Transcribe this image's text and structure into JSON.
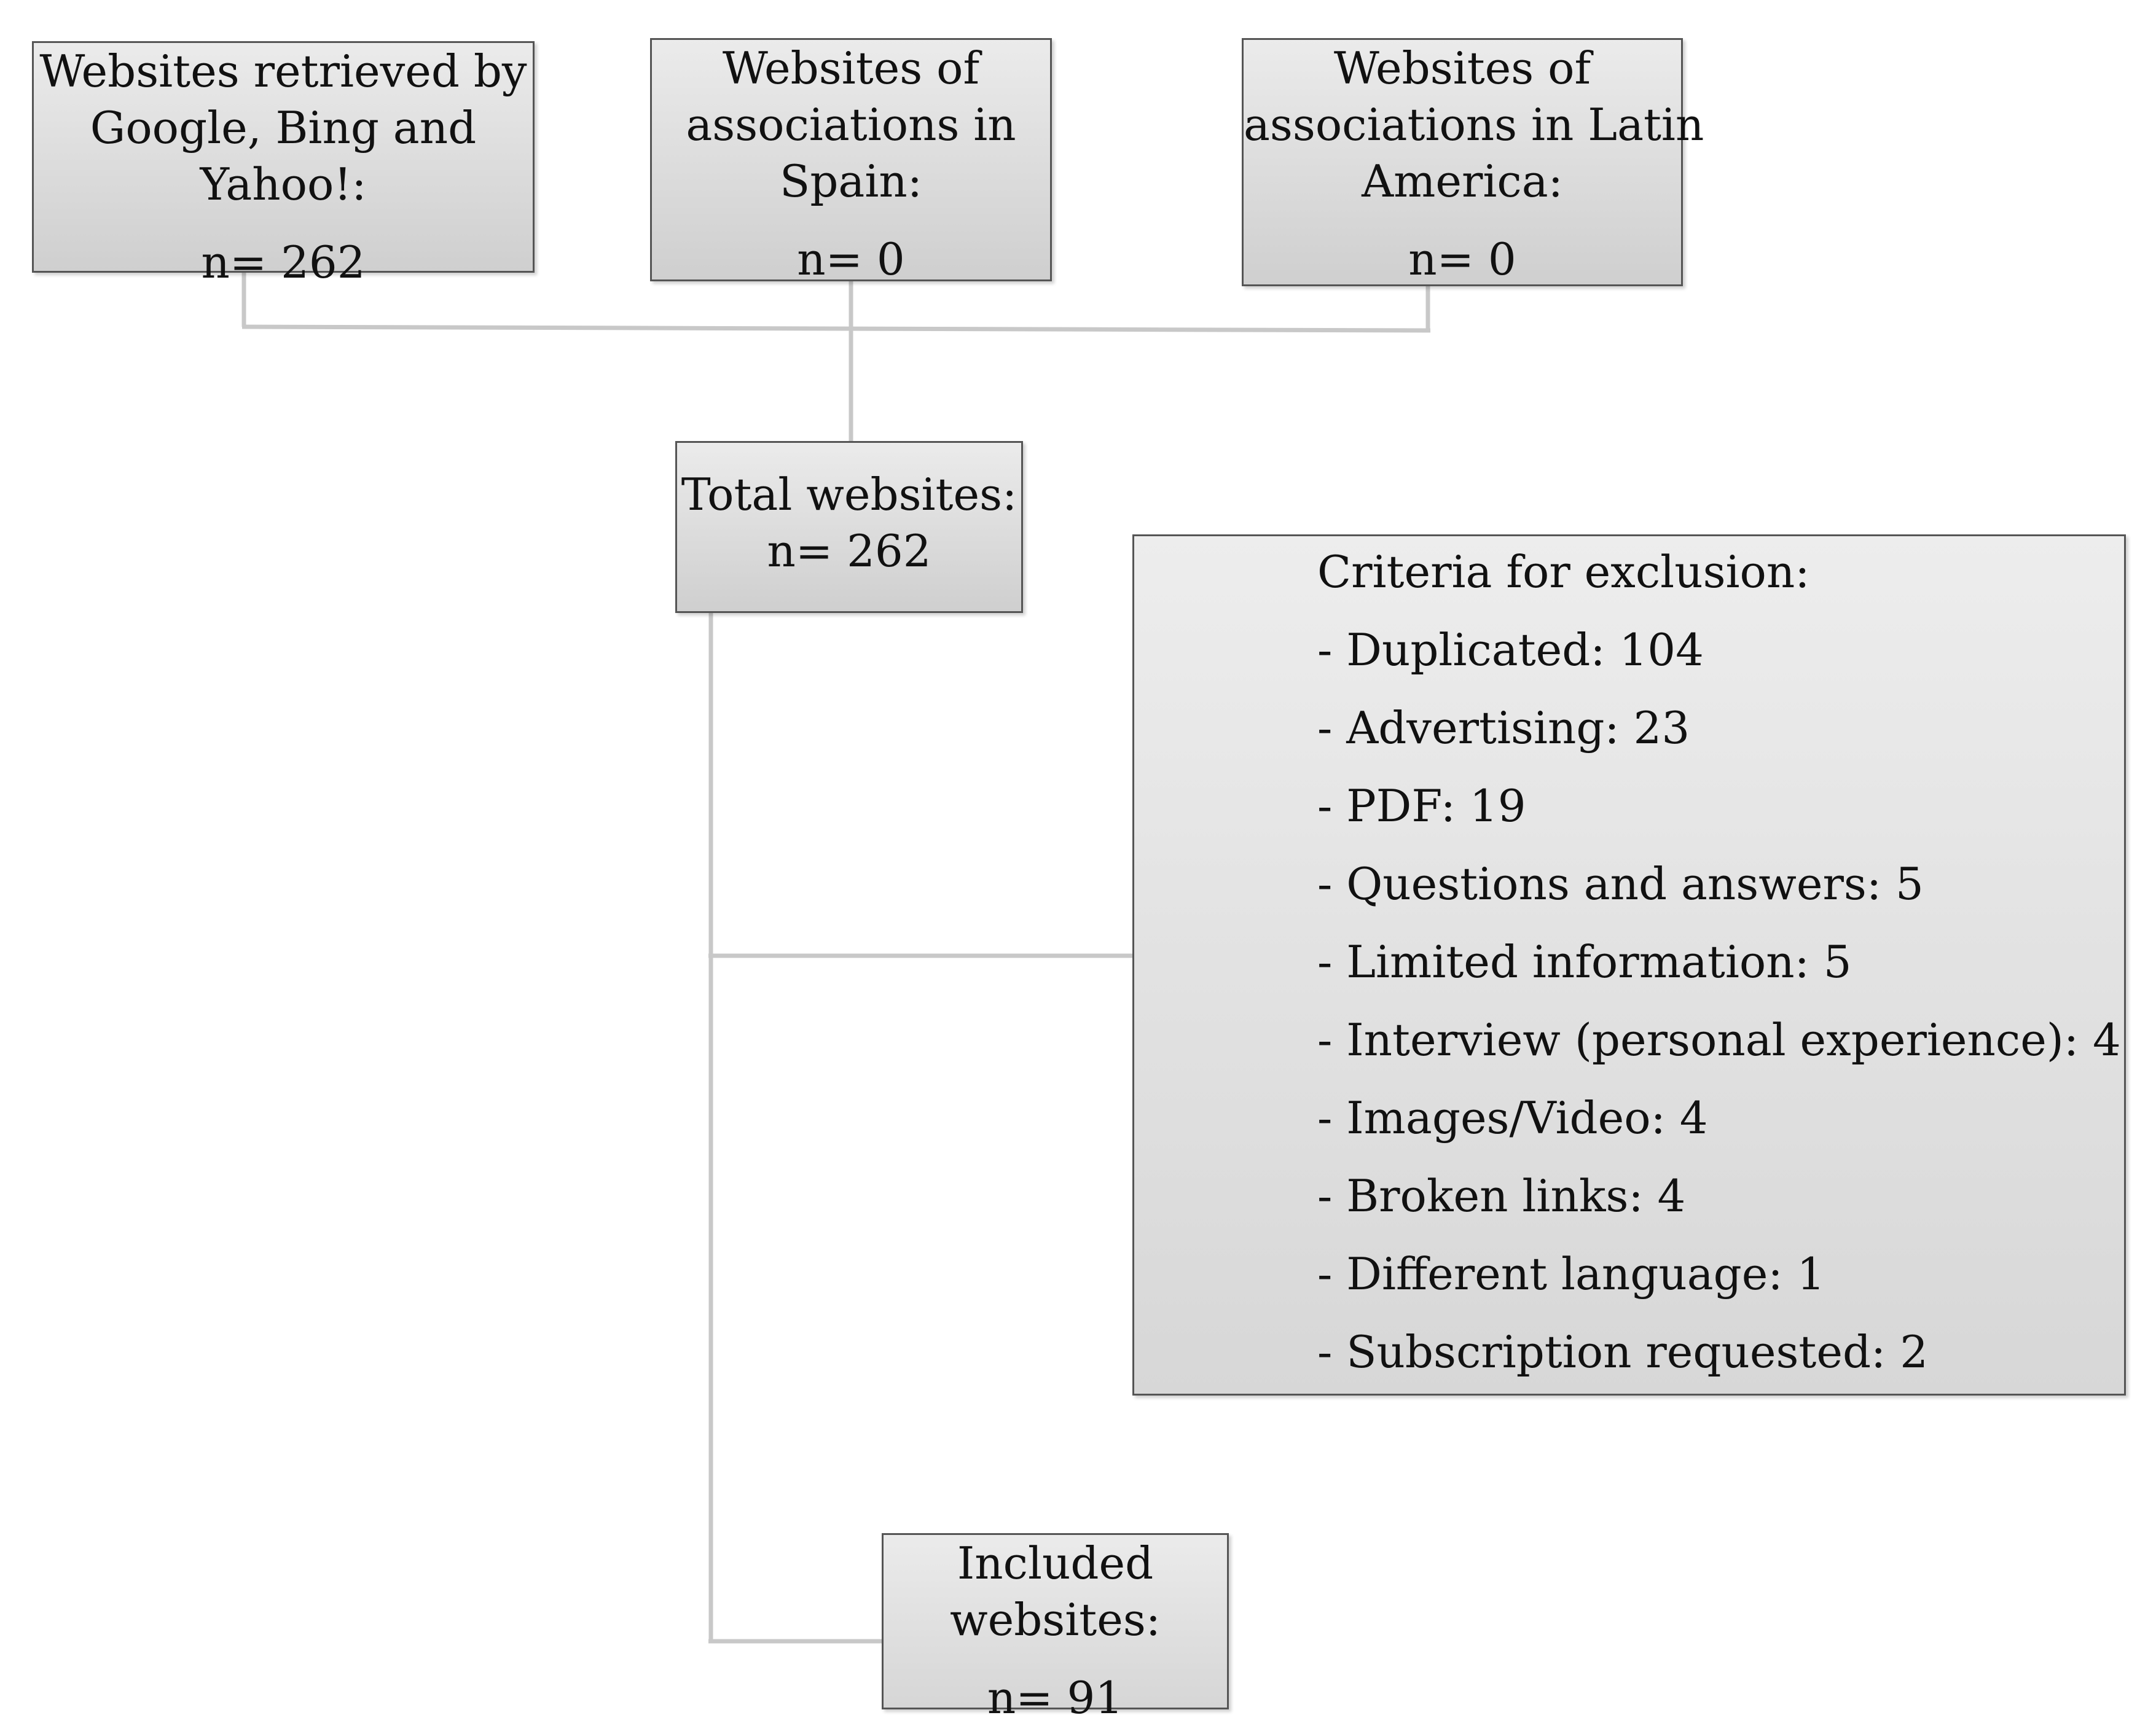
{
  "sources": [
    {
      "lines": [
        "Websites retrieved by",
        "Google, Bing and",
        "Yahoo!:"
      ],
      "count": "n= 262"
    },
    {
      "lines": [
        "Websites of",
        "associations in",
        "Spain:"
      ],
      "count": "n= 0"
    },
    {
      "lines": [
        "Websites of",
        "associations in Latin",
        "America:"
      ],
      "count": "n= 0"
    }
  ],
  "total": {
    "label": "Total websites:",
    "count": "n= 262"
  },
  "exclusion": {
    "title": "Criteria for exclusion:",
    "items": [
      "- Duplicated: 104",
      "- Advertising: 23",
      "- PDF: 19",
      "- Questions and answers: 5",
      "- Limited information: 5",
      "- Interview (personal experience): 4",
      "- Images/Video: 4",
      "- Broken links: 4",
      "- Different language: 1",
      "- Subscription requested: 2"
    ]
  },
  "included": {
    "lines": [
      "Included",
      "websites:"
    ],
    "count": "n= 91"
  }
}
